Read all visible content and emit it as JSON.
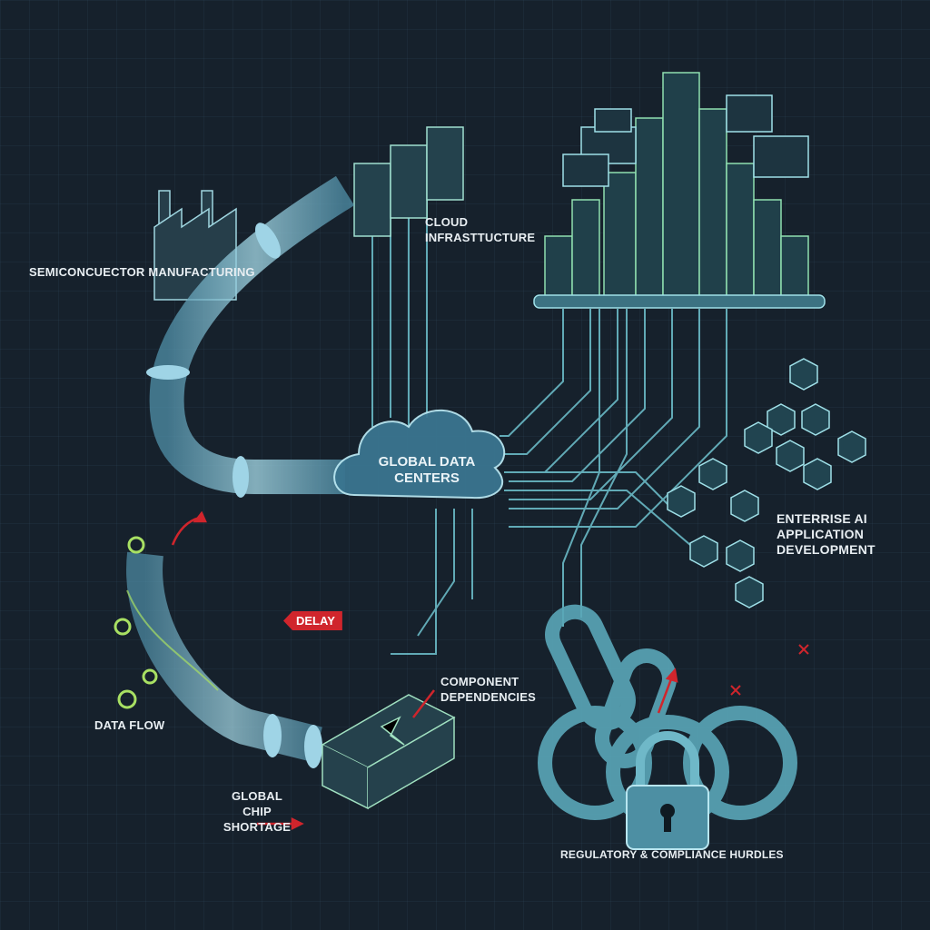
{
  "labels": {
    "semiconductor": "SEMICONCUECTOR MANUFACTURING",
    "cloud": "CLOUD INFRASTTUCTURE",
    "datacenters": "GLOBAL DATA CENTERS",
    "enterprise": "ENTERRISE AI APPLICATION DEVELOPMENT",
    "delay": "DELAY",
    "component": "COMPONENT DEPENDENCIES",
    "dataflow": "DATA FLOW",
    "shortage": "GLOBAL CHIP SHORTAGE",
    "regulatory": "REGULATORY & COMPLIANCE HURDLES"
  },
  "colors": {
    "background": "#16212c",
    "line": "#6fc3cf",
    "accent_green": "#a8e063",
    "alert_red": "#d0252c",
    "pipe": "#7fc7dc"
  }
}
